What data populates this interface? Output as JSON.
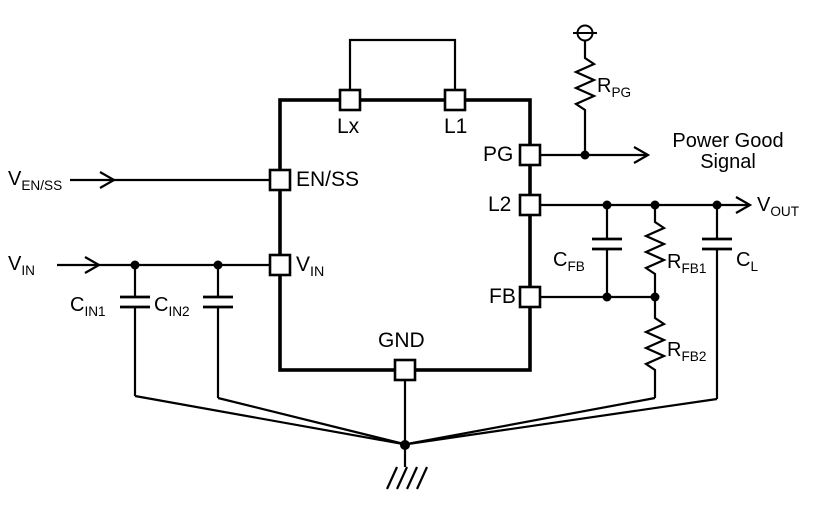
{
  "ic": {
    "pins": {
      "lx": "Lx",
      "l1": "L1",
      "en_ss": "EN/SS",
      "vin": {
        "main": "V",
        "sub": "IN"
      },
      "pg": "PG",
      "l2": "L2",
      "fb": "FB",
      "gnd": "GND"
    }
  },
  "sources": {
    "v_enss": {
      "main": "V",
      "sub": "EN/SS"
    },
    "v_in": {
      "main": "V",
      "sub": "IN"
    }
  },
  "outputs": {
    "power_good_line1": "Power Good",
    "power_good_line2": "Signal",
    "v_out": {
      "main": "V",
      "sub": "OUT"
    }
  },
  "components": {
    "c_in1": {
      "main": "C",
      "sub": "IN1"
    },
    "c_in2": {
      "main": "C",
      "sub": "IN2"
    },
    "r_pg": {
      "main": "R",
      "sub": "PG"
    },
    "c_fb": {
      "main": "C",
      "sub": "FB"
    },
    "r_fb1": {
      "main": "R",
      "sub": "FB1"
    },
    "c_l": {
      "main": "C",
      "sub": "L"
    },
    "r_fb2": {
      "main": "R",
      "sub": "FB2"
    }
  },
  "colors": {
    "stroke": "#000000",
    "background": "#ffffff"
  }
}
